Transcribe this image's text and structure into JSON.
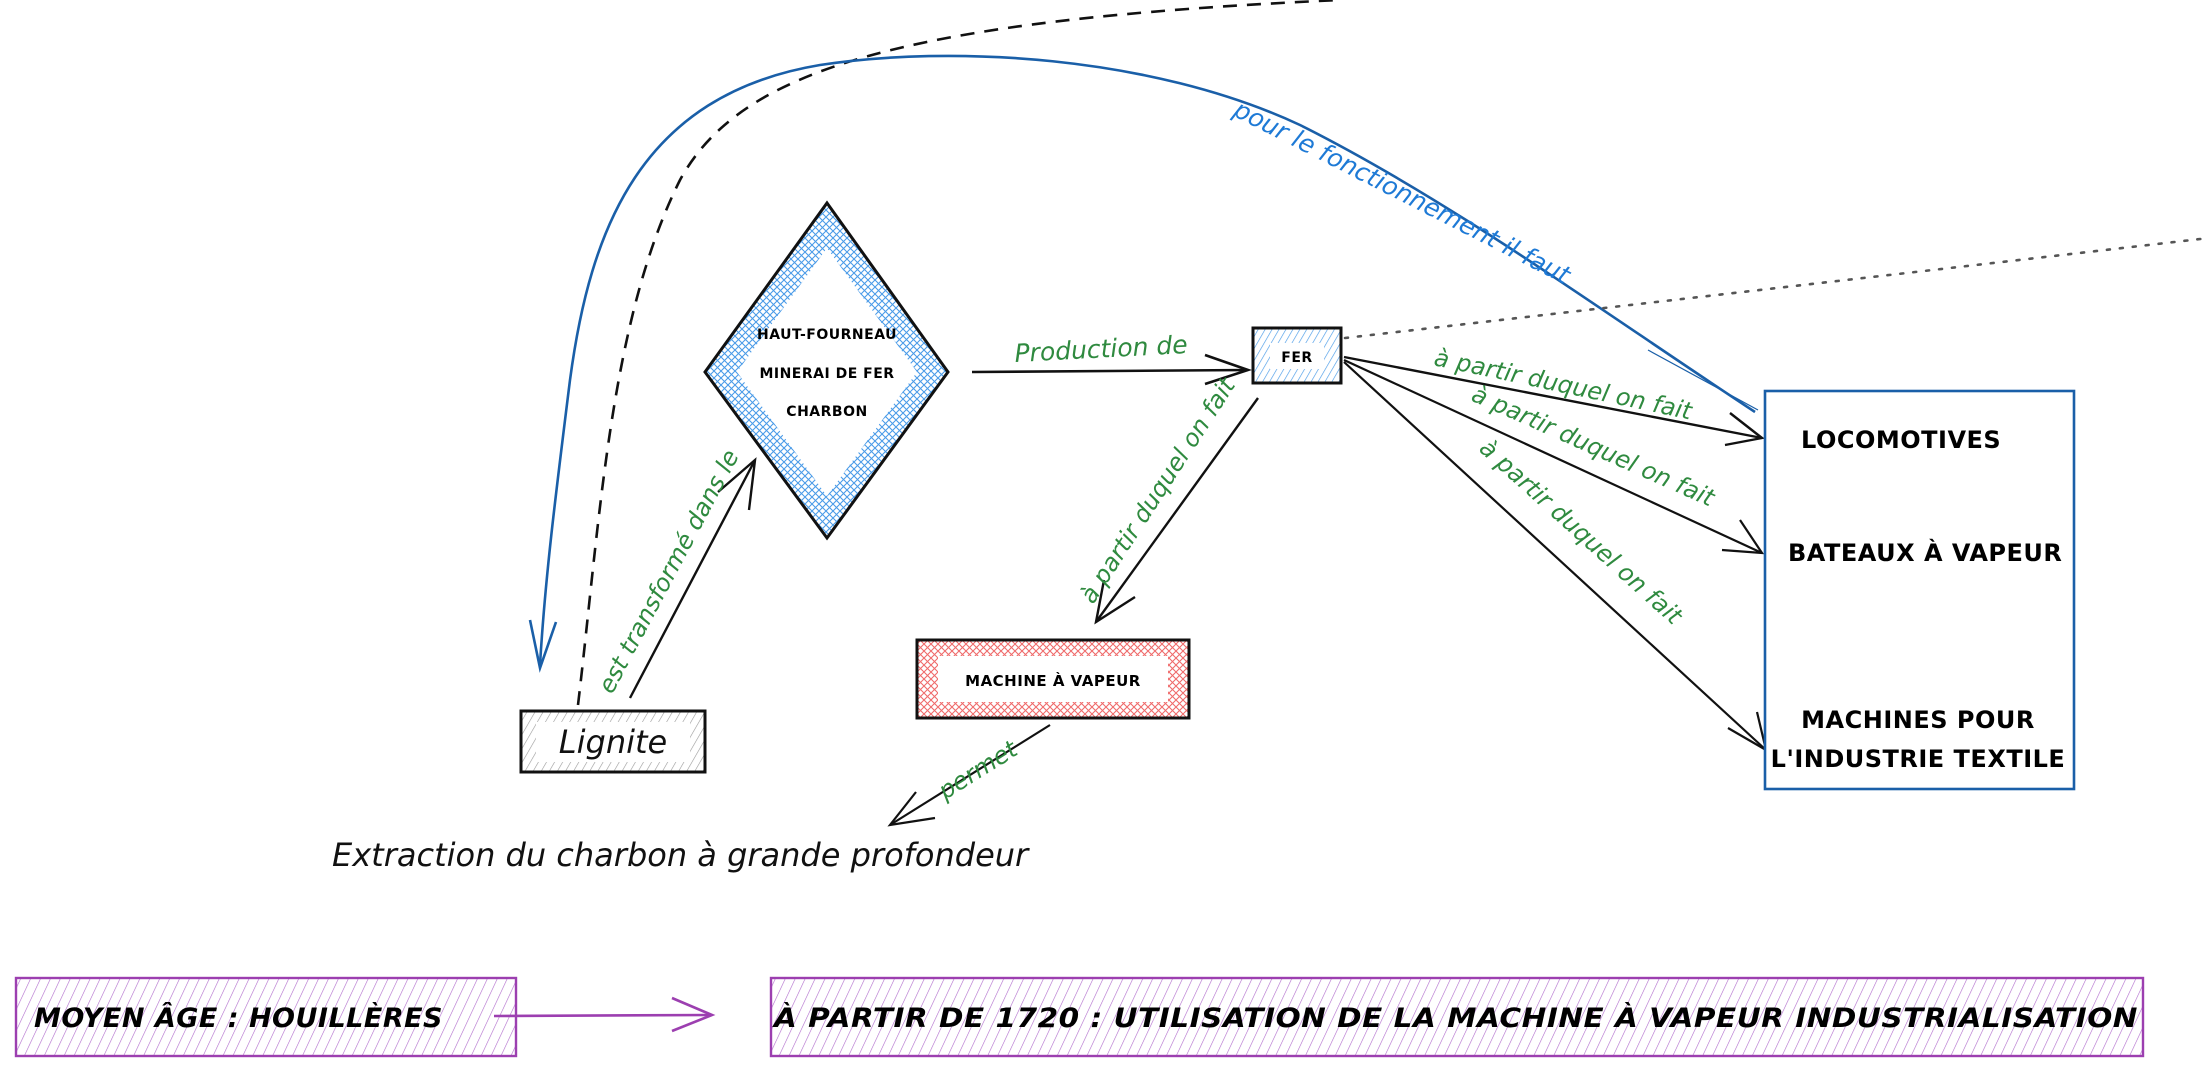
{
  "colors": {
    "blue_stroke": "#1a5fa8",
    "blue_fill": "#4a9be8",
    "green_label": "#2f8a3f",
    "blue_label": "#1e7ad6",
    "red_fill": "#f06b6b",
    "gray_fill": "#9a9a9a",
    "purple": "#9c3fb0",
    "black": "#111111"
  },
  "nodes": {
    "haut_fourneau": {
      "lines": [
        "HAUT-FOURNEAU",
        "MINERAI DE FER",
        "CHARBON"
      ]
    },
    "fer": {
      "label": "FER"
    },
    "machine_vapeur": {
      "label": "MACHINE À VAPEUR"
    },
    "lignite": {
      "label": "Lignite"
    },
    "products": {
      "items": [
        "LOCOMOTIVES",
        "BATEAUX À VAPEUR",
        "MACHINES POUR",
        "L'INDUSTRIE TEXTILE"
      ]
    },
    "extraction": {
      "label": "Extraction du charbon à grande profondeur"
    },
    "moyen_age": {
      "label": "MOYEN ÂGE : HOUILLÈRES"
    },
    "partir_1720": {
      "label": "À PARTIR DE 1720 : UTILISATION DE LA MACHINE À VAPEUR INDUSTRIALISATION"
    }
  },
  "edges": {
    "lignite_to_fourneau": "est transformé dans le",
    "fourneau_to_fer": "Production de",
    "fer_to_machine": "à partir duquel on fait",
    "fer_to_locomotives": "à partir duquel on fait",
    "fer_to_bateaux": "à partir duquel on fait",
    "fer_to_textile": "à partir duquel on fait",
    "machine_to_extraction": "permet",
    "products_to_lignite": "pour le fonctionnement il faut"
  }
}
